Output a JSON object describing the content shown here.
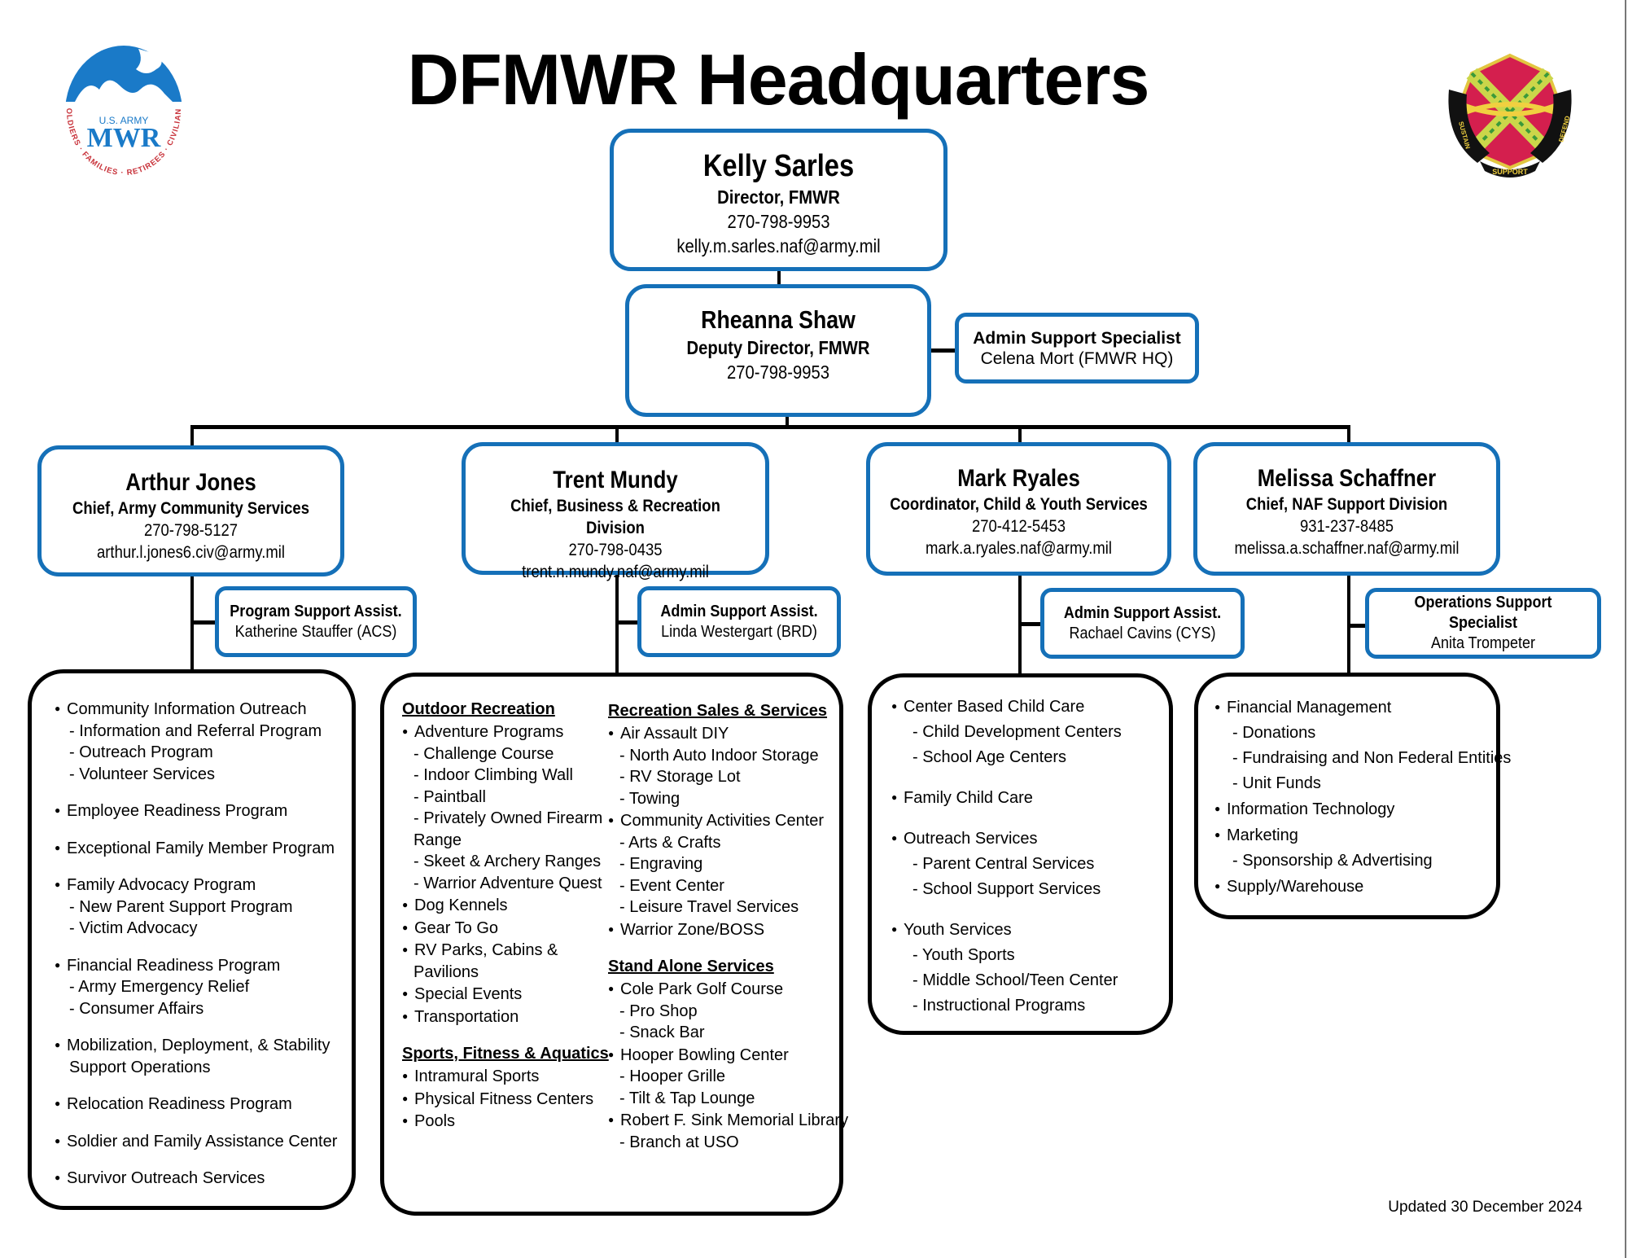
{
  "title": "DFMWR Headquarters",
  "logos": {
    "left": {
      "top_text": "U.S. ARMY",
      "main_text": "MWR",
      "ring_text": "SOLDIERS · FAMILIES · RETIREES · CIVILIANS",
      "color_blue": "#1a7ac8",
      "color_red": "#c8323a"
    },
    "right": {
      "left_text": "SUSTAIN",
      "bottom_text": "SUPPORT",
      "right_text": "DEFEND"
    }
  },
  "colors": {
    "box_border": "#1570b8",
    "list_border": "#000000"
  },
  "director": {
    "name": "Kelly Sarles",
    "role": "Director, FMWR",
    "phone": "270-798-9953",
    "email": "kelly.m.sarles.naf@army.mil"
  },
  "deputy": {
    "name": "Rheanna Shaw",
    "role": "Deputy Director, FMWR",
    "phone": "270-798-9953"
  },
  "hq_admin": {
    "role": "Admin Support Specialist",
    "person": "Celena Mort (FMWR HQ)"
  },
  "divisions": [
    {
      "name": "Arthur Jones",
      "role": "Chief, Army Community Services",
      "phone": "270-798-5127",
      "email": "arthur.l.jones6.civ@army.mil",
      "support": {
        "role": "Program Support Assist.",
        "person": "Katherine Stauffer (ACS)"
      },
      "items": [
        {
          "label": "Community Information Outreach",
          "subs": [
            "- Information and Referral Program",
            "- Outreach Program",
            "- Volunteer Services"
          ]
        },
        {
          "label": "Employee Readiness Program",
          "subs": []
        },
        {
          "label": "Exceptional Family Member Program",
          "subs": []
        },
        {
          "label": "Family Advocacy Program",
          "subs": [
            "- New Parent Support Program",
            "- Victim Advocacy"
          ]
        },
        {
          "label": "Financial Readiness Program",
          "subs": [
            "- Army Emergency Relief",
            "- Consumer Affairs"
          ]
        },
        {
          "label": "Mobilization, Deployment, & Stability",
          "subs": [
            "Support Operations"
          ]
        },
        {
          "label": "Relocation Readiness Program",
          "subs": []
        },
        {
          "label": "Soldier and Family Assistance Center",
          "subs": []
        },
        {
          "label": "Survivor Outreach Services",
          "subs": []
        }
      ]
    },
    {
      "name": "Trent Mundy",
      "role": "Chief, Business & Recreation Division",
      "phone": "270-798-0435",
      "email": "trent.n.mundy.naf@army.mil",
      "support": {
        "role": "Admin Support Assist.",
        "person": "Linda Westergart (BRD)"
      },
      "sections_left": [
        {
          "heading": "Outdoor Recreation",
          "items": [
            {
              "label": "Adventure Programs",
              "subs": [
                "- Challenge Course",
                "- Indoor Climbing Wall",
                "- Paintball",
                "- Privately Owned Firearm",
                "  Range",
                "- Skeet & Archery Ranges",
                "- Warrior Adventure Quest"
              ]
            },
            {
              "label": "Dog Kennels",
              "subs": []
            },
            {
              "label": "Gear To Go",
              "subs": []
            },
            {
              "label": "RV Parks, Cabins &",
              "subs": [
                "Pavilions"
              ]
            },
            {
              "label": "Special Events",
              "subs": []
            },
            {
              "label": "Transportation",
              "subs": []
            }
          ]
        },
        {
          "heading": "Sports, Fitness & Aquatics",
          "items": [
            {
              "label": "Intramural Sports",
              "subs": []
            },
            {
              "label": "Physical Fitness Centers",
              "subs": []
            },
            {
              "label": "Pools",
              "subs": []
            }
          ]
        }
      ],
      "sections_right": [
        {
          "heading": "Recreation Sales & Services",
          "items": [
            {
              "label": "Air Assault DIY",
              "subs": [
                "- North Auto Indoor Storage",
                "- RV Storage Lot",
                "- Towing"
              ]
            },
            {
              "label": "Community Activities Center",
              "subs": [
                "- Arts & Crafts",
                "- Engraving",
                "- Event Center",
                "- Leisure Travel Services"
              ]
            },
            {
              "label": "Warrior Zone/BOSS",
              "subs": []
            }
          ]
        },
        {
          "heading": "Stand Alone Services",
          "items": [
            {
              "label": "Cole Park Golf Course",
              "subs": [
                "- Pro Shop",
                "- Snack Bar"
              ]
            },
            {
              "label": "Hooper Bowling Center",
              "subs": [
                "- Hooper Grille",
                "- Tilt & Tap Lounge"
              ]
            },
            {
              "label": "Robert F. Sink Memorial Library",
              "subs": [
                "- Branch at USO"
              ]
            }
          ]
        }
      ]
    },
    {
      "name": "Mark Ryales",
      "role": "Coordinator, Child & Youth Services",
      "phone": "270-412-5453",
      "email": "mark.a.ryales.naf@army.mil",
      "support": {
        "role": "Admin Support Assist.",
        "person": "Rachael Cavins (CYS)"
      },
      "items": [
        {
          "label": "Center Based Child Care",
          "subs": [
            "- Child Development Centers",
            "- School Age Centers"
          ]
        },
        {
          "label": "Family Child Care",
          "subs": []
        },
        {
          "label": "Outreach Services",
          "subs": [
            "- Parent Central Services",
            "- School Support Services"
          ]
        },
        {
          "label": "Youth Services",
          "subs": [
            "- Youth Sports",
            "-  Middle School/Teen Center",
            "- Instructional Programs"
          ]
        }
      ]
    },
    {
      "name": "Melissa Schaffner",
      "role": "Chief, NAF Support Division",
      "phone": "931-237-8485",
      "email": "melissa.a.schaffner.naf@army.mil",
      "support": {
        "role": "Operations Support Specialist",
        "person": "Anita Trompeter"
      },
      "items": [
        {
          "label": "Financial Management",
          "subs": [
            "- Donations",
            "- Fundraising and Non Federal Entities",
            "- Unit Funds"
          ]
        },
        {
          "label": "Information Technology",
          "subs": []
        },
        {
          "label": "Marketing",
          "subs": [
            "- Sponsorship & Advertising"
          ]
        },
        {
          "label": "Supply/Warehouse",
          "subs": []
        }
      ]
    }
  ],
  "footer": {
    "updated": "Updated 30 December 2024"
  }
}
